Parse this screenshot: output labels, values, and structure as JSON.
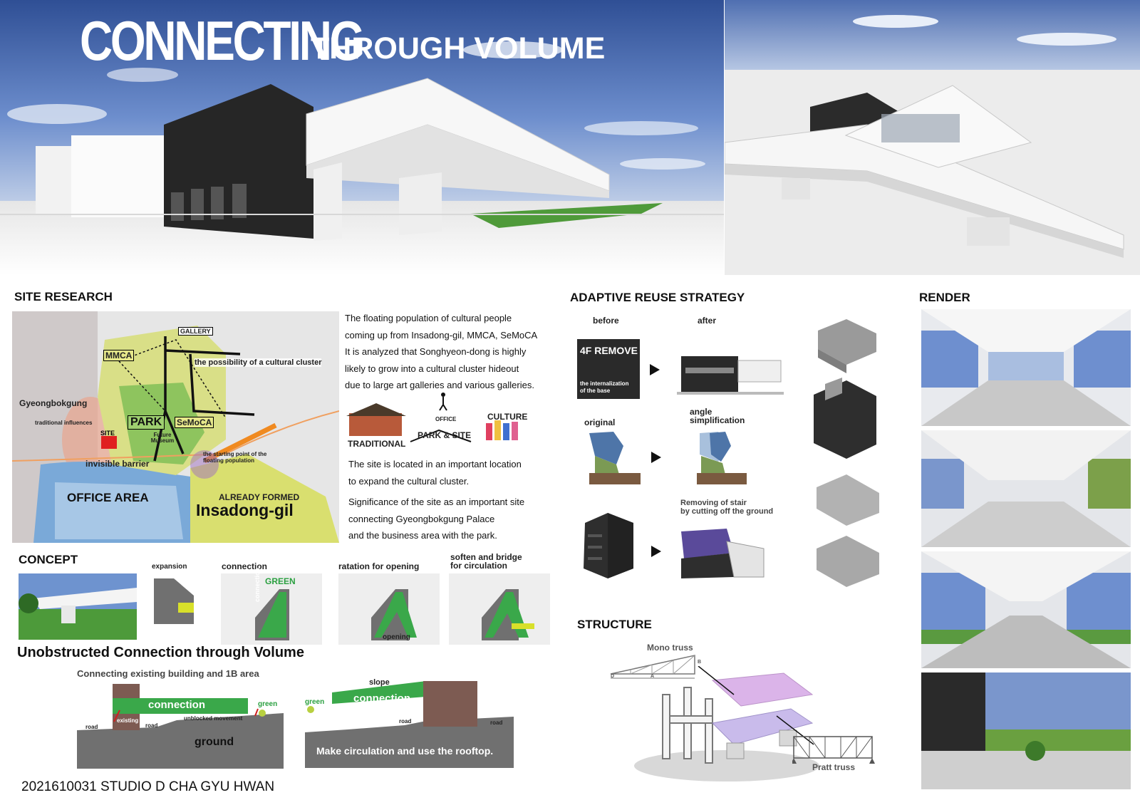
{
  "header": {
    "title_big": "CONNECTING",
    "title_small": "THROUGH VOLUME"
  },
  "site_research": {
    "heading": "SITE RESEARCH",
    "map_labels": {
      "gallery": "GALLERY",
      "mmca": "MMCA",
      "possibility": "the possibility of a cultural cluster",
      "gyeongbokgung": "Gyeongbokgung",
      "traditional_influences": "traditional influences",
      "park": "PARK",
      "semoca": "SeMoCA",
      "site": "SITE",
      "future_museum": "Future Museum",
      "starting_point": "the starting point of the floating population",
      "invisible_barrier": "invisible barrier",
      "office_area": "OFFICE AREA",
      "already_formed": "ALREADY FORMED",
      "insadong": "Insadong-gil"
    },
    "para1": [
      "The floating population of cultural people",
      "coming up from Insadong-gil, MMCA, SeMoCA",
      "It is analyzed that Songhyeon-dong is highly",
      "likely to grow into a cultural cluster hideout",
      "due to large art galleries and various galleries."
    ],
    "diagram": {
      "traditional": "TRADITIONAL",
      "office": "OFFICE",
      "park_site": "PARK & SITE",
      "culture": "CULTURE"
    },
    "para2": [
      "The site is located in an important location",
      "to expand the cultural cluster."
    ],
    "para3": [
      "Significance of the site as an important site",
      "connecting Gyeongbokgung Palace",
      "and the business area with the park."
    ]
  },
  "concept": {
    "heading": "CONCEPT",
    "labels": {
      "expansion": "expansion",
      "connection": "connection",
      "ratation": "ratation for opening",
      "soften_1": "soften and bridge",
      "soften_2": "for circulation"
    },
    "green": "GREEN",
    "connection_vert": "connection",
    "opening": "opening",
    "unobstructed": "Unobstructed Connection through Volume",
    "connecting_existing": "Connecting existing building and 1B area",
    "section1": {
      "connection": "connection",
      "green": "green",
      "existing": "existing",
      "road": "road",
      "unblocked": "unblocked movement",
      "ground": "ground"
    },
    "section2": {
      "slope": "slope",
      "connection": "connection",
      "green": "green",
      "road": "road",
      "caption": "Make circulation and use the rooftop."
    }
  },
  "footer": {
    "student": "2021610031 STUDIO D CHA GYU HWAN"
  },
  "adaptive": {
    "heading": "ADAPTIVE REUSE STRATEGY",
    "before": "before",
    "after": "after",
    "remove": "4F REMOVE",
    "internalization_1": "the internalization",
    "internalization_2": "of the base",
    "original": "original",
    "angle_1": "angle",
    "angle_2": "simplification",
    "removing_1": "Removing of stair",
    "removing_2": "by cutting off the ground"
  },
  "structure": {
    "heading": "STRUCTURE",
    "mono_truss": "Mono truss",
    "pratt_truss": "Pratt truss",
    "dim_b": "B",
    "dim_a": "A",
    "dim_d": "D"
  },
  "render": {
    "heading": "RENDER"
  },
  "colors": {
    "green": "#3aa84a",
    "sky": "#4a70b8",
    "black_block": "#2a2a2a",
    "ground_gray": "#6e6e6e",
    "brown": "#7d5b52"
  }
}
